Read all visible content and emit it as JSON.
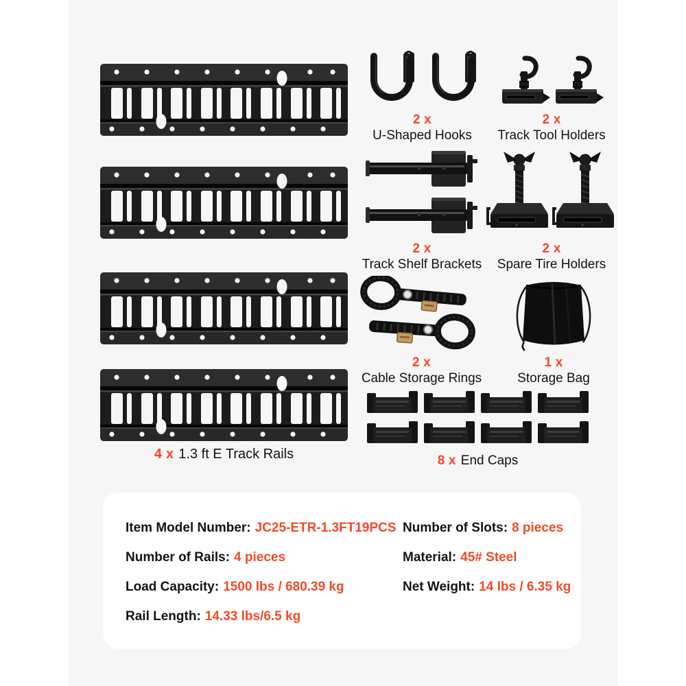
{
  "canvas": {
    "bg_page": "#ffffff",
    "bg_stage": "#f6f6f7",
    "accent": "#f24a28",
    "text": "#121212",
    "panel_bg": "#ffffff"
  },
  "rails": {
    "qty": "4 x",
    "name": "1.3 ft E Track Rails",
    "count": 4,
    "slot_groups_per_rail": 8
  },
  "components": [
    {
      "id": "u-shaped-hooks",
      "qty": "2 x",
      "name": "U-Shaped Hooks"
    },
    {
      "id": "track-tool-holders",
      "qty": "2 x",
      "name": "Track Tool Holders"
    },
    {
      "id": "track-shelf-brackets",
      "qty": "2 x",
      "name": "Track Shelf Brackets"
    },
    {
      "id": "spare-tire-holders",
      "qty": "2 x",
      "name": "Spare Tire Holders"
    },
    {
      "id": "cable-storage-rings",
      "qty": "2 x",
      "name": "Cable Storage Rings"
    },
    {
      "id": "storage-bag",
      "qty": "1 x",
      "name": "Storage Bag"
    },
    {
      "id": "end-caps",
      "qty": "8 x",
      "name": "End Caps",
      "count": 8
    }
  ],
  "specs": {
    "left": [
      {
        "label": "Item Model Number:",
        "value": "JC25-ETR-1.3FT19PCS"
      },
      {
        "label": "Number of Rails:",
        "value": "4 pieces"
      },
      {
        "label": "Load Capacity:",
        "value": "1500 lbs / 680.39 kg"
      },
      {
        "label": "Rail Length:",
        "value": "14.33 lbs/6.5 kg"
      }
    ],
    "right": [
      {
        "label": "Number of Slots:",
        "value": "8 pieces"
      },
      {
        "label": "Material:",
        "value": "45# Steel"
      },
      {
        "label": "Net Weight:",
        "value": "14 lbs / 6.35 kg"
      }
    ]
  }
}
